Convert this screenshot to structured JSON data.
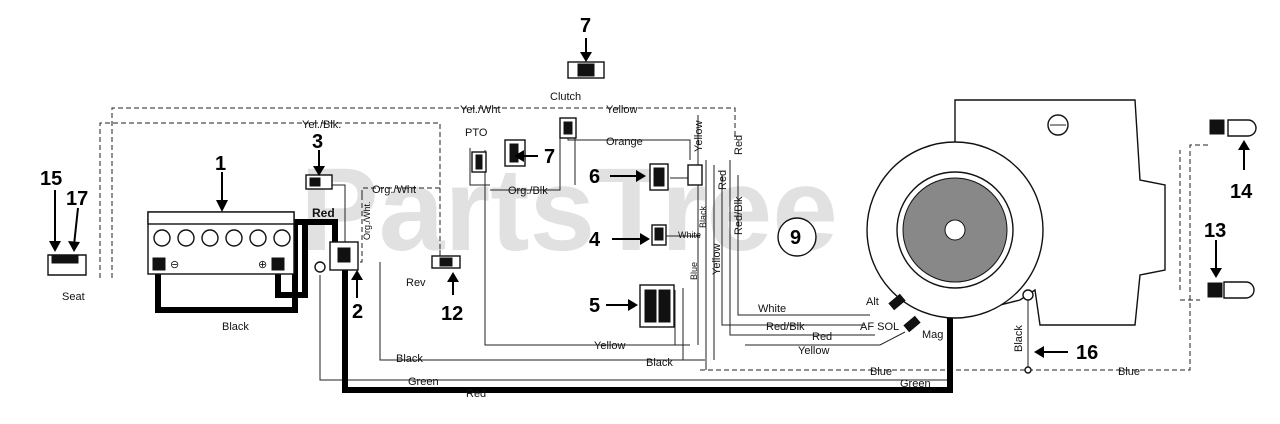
{
  "watermark": "PartsTree",
  "wire_labels": {
    "yel_wht": "Yel./Wht",
    "yellow_top": "Yellow",
    "clutch": "Clutch",
    "yel_blk": "Yel./Blk.",
    "pto": "PTO",
    "orange": "Orange",
    "yellow_vert": "Yellow",
    "red_vert_small": "Red",
    "red_top_right": "Red",
    "red_blk_vert": "Red/Blk",
    "org_wht": "Org./Wht",
    "org_blk": "Org./Blk",
    "red_battery": "Red",
    "org_wht_vert": "Org./Wht.",
    "black_vert": "Black",
    "white_small": "White",
    "yellow_vert2": "Yellow",
    "blue_vert": "Blue",
    "rev": "Rev",
    "seat": "Seat",
    "black_battery": "Black",
    "white": "White",
    "alt": "Alt",
    "red_blk": "Red/Blk",
    "af_sol": "AF SOL",
    "red": "Red",
    "yellow_mid": "Yellow",
    "yellow_lower": "Yellow",
    "mag": "Mag",
    "black_lower": "Black",
    "black_lower2": "Black",
    "black_ground": "Black",
    "blue_bottom": "Blue",
    "blue_right": "Blue",
    "green": "Green",
    "green_right": "Green",
    "red_bottom": "Red"
  },
  "callouts": {
    "n1": "1",
    "n2": "2",
    "n3": "3",
    "n4": "4",
    "n5": "5",
    "n6": "6",
    "n7_top": "7",
    "n7_pto": "7",
    "n9": "9",
    "n12": "12",
    "n13": "13",
    "n14": "14",
    "n15": "15",
    "n16": "16",
    "n17": "17"
  },
  "battery_terminals": {
    "negative": "⊖",
    "positive": "⊕"
  }
}
